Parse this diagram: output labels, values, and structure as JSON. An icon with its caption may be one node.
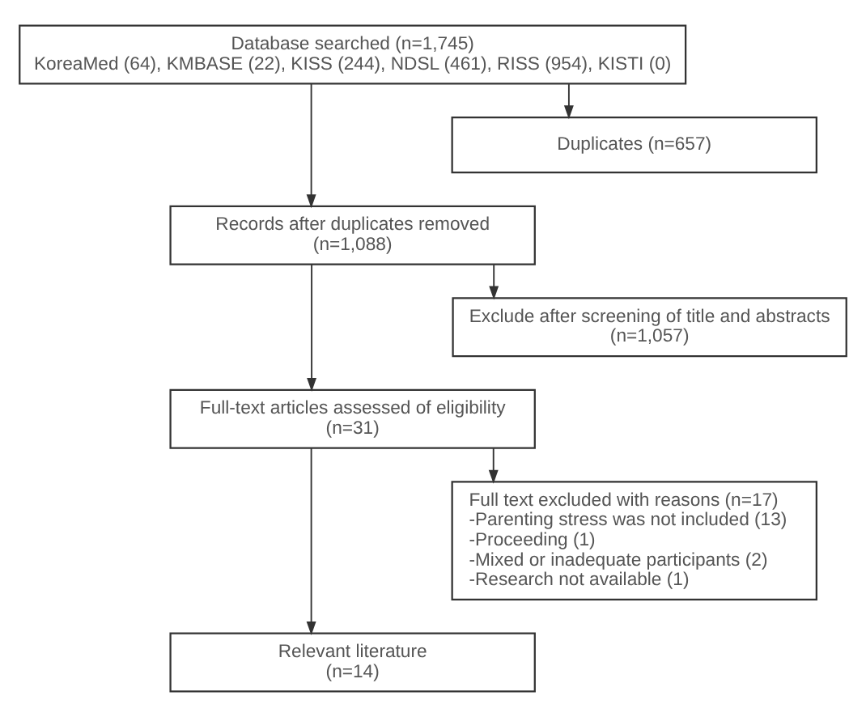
{
  "diagram": {
    "nodes": [
      {
        "text": [
          "Database searched (n=1,745)",
          "KoreaMed (64), KMBASE (22), KISS (244), NDSL (461), RISS (954), KISTI (0)"
        ]
      },
      {
        "text": [
          "Duplicates (n=657)"
        ]
      },
      {
        "text": [
          "Records after duplicates removed",
          "(n=1,088)"
        ]
      },
      {
        "text": [
          "Exclude after screening of title and abstracts",
          "(n=1,057)"
        ]
      },
      {
        "text": [
          "Full-text articles assessed of eligibility",
          "(n=31)"
        ]
      },
      {
        "text": [
          "Full text excluded with reasons (n=17)",
          "-Parenting stress was not included (13)",
          "-Proceeding (1)",
          "-Mixed or inadequate participants (2)",
          "-Research not available (1)"
        ]
      },
      {
        "text": [
          "Relevant literature",
          "(n=14)"
        ]
      }
    ],
    "edges": [
      {
        "from": 0,
        "to": 2,
        "arrow": "to"
      },
      {
        "from": 0,
        "to": 1,
        "arrow": "to"
      },
      {
        "from": 2,
        "to": 4,
        "arrow": "to"
      },
      {
        "from": 2,
        "to": 3,
        "arrow": "to"
      },
      {
        "from": 4,
        "to": 6,
        "arrow": "to"
      },
      {
        "from": 4,
        "to": 5,
        "arrow": "to"
      }
    ]
  }
}
